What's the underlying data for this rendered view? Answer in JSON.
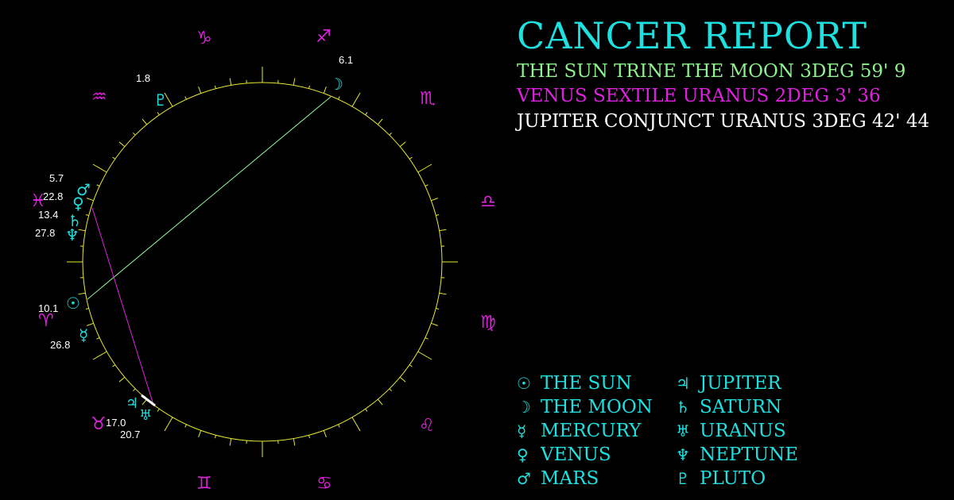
{
  "title": "CANCER REPORT",
  "aspects": [
    {
      "text": "THE SUN TRINE THE MOON 3DEG 59' 9",
      "color": "#8ef28e"
    },
    {
      "text": "VENUS SEXTILE URANUS 2DEG 3' 36",
      "color": "#e020e0"
    },
    {
      "text": "JUPITER CONJUNCT URANUS 3DEG 42' 44",
      "color": "#ffffff"
    }
  ],
  "legend": [
    {
      "symbol": "☉",
      "name": "THE SUN",
      "icon": "sun-icon"
    },
    {
      "symbol": "☽",
      "name": "THE MOON",
      "icon": "moon-icon"
    },
    {
      "symbol": "☿",
      "name": "MERCURY",
      "icon": "mercury-icon"
    },
    {
      "symbol": "♀",
      "name": "VENUS",
      "icon": "venus-icon"
    },
    {
      "symbol": "♂",
      "name": "MARS",
      "icon": "mars-icon"
    },
    {
      "symbol": "♃",
      "name": "JUPITER",
      "icon": "jupiter-icon"
    },
    {
      "symbol": "♄",
      "name": "SATURN",
      "icon": "saturn-icon"
    },
    {
      "symbol": "♅",
      "name": "URANUS",
      "icon": "uranus-icon"
    },
    {
      "symbol": "♆",
      "name": "NEPTUNE",
      "icon": "neptune-icon"
    },
    {
      "symbol": "♇",
      "name": "PLUTO",
      "icon": "pluto-icon"
    }
  ],
  "zodiac": [
    {
      "symbol": "♈",
      "name": "aries-icon"
    },
    {
      "symbol": "♉",
      "name": "taurus-icon"
    },
    {
      "symbol": "♊",
      "name": "gemini-icon"
    },
    {
      "symbol": "♋",
      "name": "cancer-icon"
    },
    {
      "symbol": "♌",
      "name": "leo-icon"
    },
    {
      "symbol": "♍",
      "name": "virgo-icon"
    },
    {
      "symbol": "♎",
      "name": "libra-icon"
    },
    {
      "symbol": "♏",
      "name": "scorpio-icon"
    },
    {
      "symbol": "♐",
      "name": "sagittarius-icon"
    },
    {
      "symbol": "♑",
      "name": "capricorn-icon"
    },
    {
      "symbol": "♒",
      "name": "aquarius-icon"
    },
    {
      "symbol": "♓",
      "name": "pisces-icon"
    }
  ],
  "planets": [
    {
      "name": "sun",
      "symbol": "☉",
      "degree": "10.1"
    },
    {
      "name": "moon",
      "symbol": "☽",
      "degree": "6.1"
    },
    {
      "name": "mercury",
      "symbol": "☿",
      "degree": "26.8"
    },
    {
      "name": "venus",
      "symbol": "♀",
      "degree": "22.8"
    },
    {
      "name": "mars",
      "symbol": "♂",
      "degree": "5.7"
    },
    {
      "name": "jupiter",
      "symbol": "♃",
      "degree": "17.0"
    },
    {
      "name": "saturn",
      "symbol": "♄",
      "degree": "13.4"
    },
    {
      "name": "uranus",
      "symbol": "♅",
      "degree": "20.7"
    },
    {
      "name": "neptune",
      "symbol": "♆",
      "degree": "27.8"
    },
    {
      "name": "pluto",
      "symbol": "♇",
      "degree": "1.8"
    }
  ],
  "colors": {
    "title": "#1fe0e0",
    "planet": "#1fe0e0",
    "zodiac": "#e020e0",
    "wheel": "#e8e832",
    "trine_line": "#8ef28e",
    "sextile_line": "#e020e0"
  }
}
